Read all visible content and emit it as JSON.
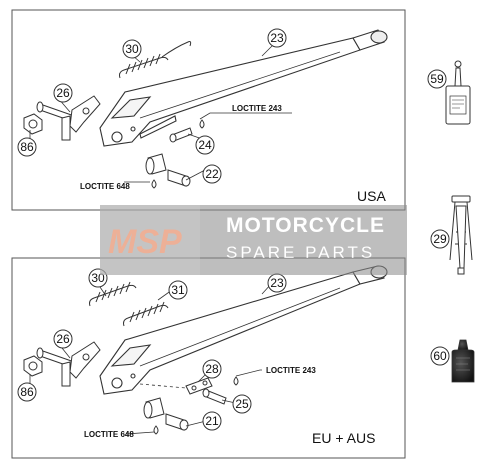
{
  "panels": {
    "usa": {
      "label": "USA"
    },
    "eu_aus": {
      "label": "EU + AUS"
    }
  },
  "labels": {
    "loctite_243": "LOCTITE 243",
    "loctite_648": "LOCTITE 648"
  },
  "callouts": {
    "usa": [
      "30",
      "23",
      "26",
      "86",
      "24",
      "22"
    ],
    "eu": [
      "30",
      "31",
      "23",
      "26",
      "86",
      "28",
      "25",
      "21"
    ],
    "side": [
      "59",
      "29",
      "60"
    ]
  },
  "watermark": {
    "logo": "MSP",
    "line1": "MOTORCYCLE",
    "line2": "SPARE PARTS"
  },
  "colors": {
    "line": "#333333",
    "watermark_band": "#8c8c8c",
    "watermark_logo": "#e89a7a"
  }
}
